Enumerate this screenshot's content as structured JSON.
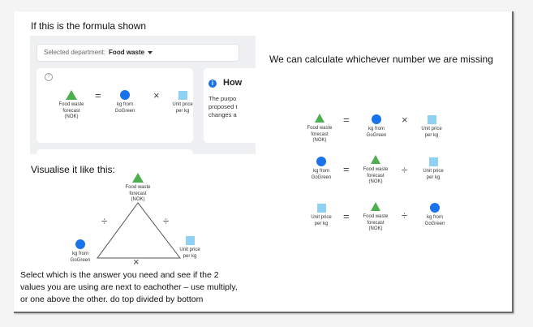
{
  "headings": {
    "formula_shown": "If this is the formula shown",
    "calculate_missing": "We can calculate whichever number we are missing",
    "visualise": "Visualise it like this:"
  },
  "screenshot_panel": {
    "select_label": "Selected department:",
    "select_value": "Food waste",
    "help_icon": "?",
    "info_title": "How",
    "info_lines": [
      "The purpo",
      "proposed t",
      "changes a"
    ]
  },
  "labels": {
    "food_waste_forecast": [
      "Food waste",
      "forecast",
      "(NOK)"
    ],
    "kg_from_gogreen": [
      "kg from",
      "GoGreen"
    ],
    "unit_price_per_kg": [
      "Unit price",
      "per kg"
    ]
  },
  "operators": {
    "equals": "=",
    "multiply": "×",
    "divide": "÷"
  },
  "explanation": [
    "Select which is the answer you need  and see if the 2",
    "values you are using are next to eachother – use multiply,",
    "or one above the other. do top divided by bottom"
  ],
  "colors": {
    "triangle": "#4caf50",
    "circle": "#1a73e8",
    "square": "#8fd1f2"
  },
  "icons": [
    "triangle-shape",
    "circle-shape",
    "square-shape",
    "info-icon",
    "help-icon",
    "chevron-down-icon"
  ]
}
